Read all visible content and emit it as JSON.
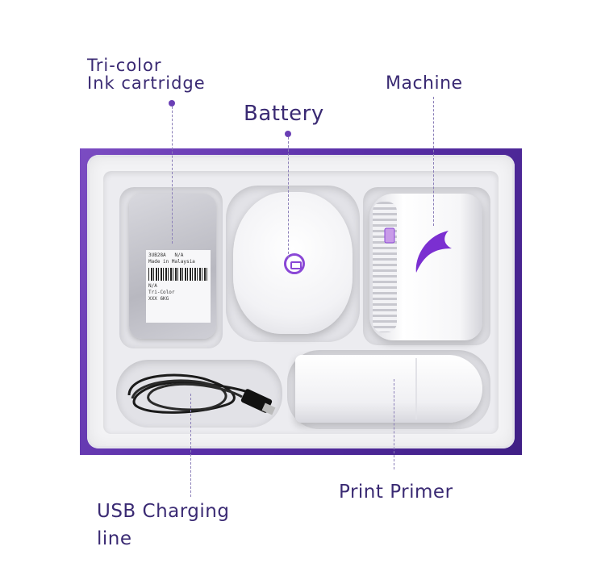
{
  "labels": {
    "ink_line1": "Tri-color",
    "ink_line2": "Ink cartridge",
    "battery": "Battery",
    "machine": "Machine",
    "primer": "Print Primer",
    "usb_line1": "USB Charging",
    "usb_line2": "line"
  },
  "cartridge_label": {
    "model": "3UB28A",
    "code": "N/A",
    "origin": "Made in Malaysia",
    "variant": "N/A",
    "type": "Tri-Color",
    "line": "XXX 6KG"
  },
  "colors": {
    "text": "#3a2a73",
    "box_purple": "#5a2fa8",
    "accent": "#8a47d6"
  }
}
